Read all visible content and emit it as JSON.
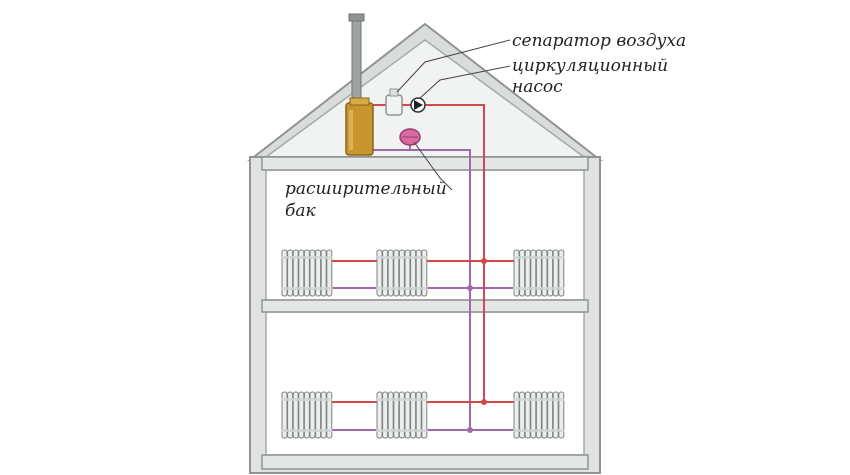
{
  "labels": {
    "air_separator": "сепаратор воздуха",
    "pump_line1": "циркуляционный",
    "pump_line2": "насос",
    "tank_line1": "расширительный",
    "tank_line2": "бак"
  },
  "colors": {
    "wall_fill": "#dde0df",
    "wall_stroke": "#8f9493",
    "roof_fill": "#e6e9e7",
    "floor_fill": "#e3e6e4",
    "supply_pipe": "#d4474a",
    "return_pipe": "#a06aa8",
    "boiler": "#c9962e",
    "tank": "#d76aa0",
    "radiator": "#eceeed"
  },
  "icons": [
    "chimney-icon",
    "boiler-icon",
    "air-separator-icon",
    "circulation-pump-icon",
    "expansion-tank-icon",
    "radiator-icon"
  ]
}
